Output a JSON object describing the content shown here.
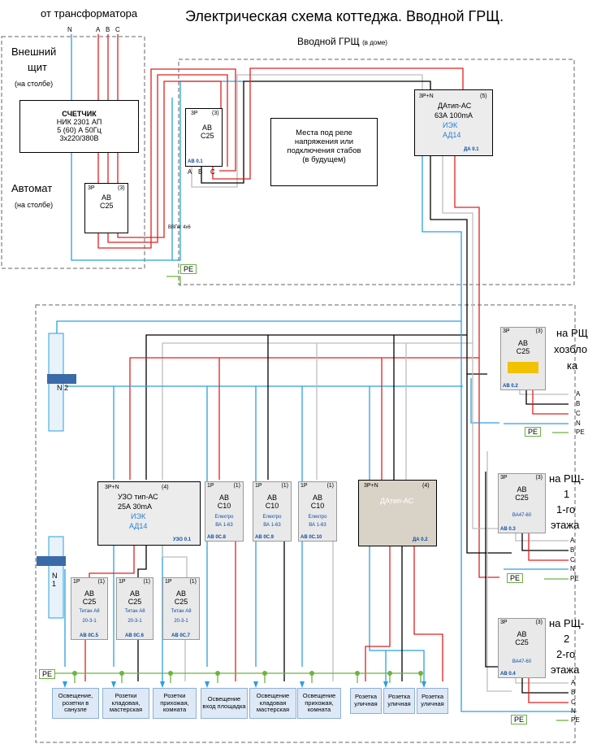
{
  "title": "Электрическая схема коттеджа. Вводной ГРЩ.",
  "from_transformer": "от трансформатора",
  "phase_labels": {
    "n": "N",
    "a": "A",
    "b": "B",
    "c": "C"
  },
  "external_panel": {
    "title_line1": "Внешний",
    "title_line2": "щит",
    "pole_note": "(на столбе)",
    "automat": "Автомат",
    "automat_note": "(на столбе)"
  },
  "meter": {
    "line1": "СЧЕТЧИК",
    "line2": "НИК 2301 АП",
    "line3": "5 (60) А  50Гц",
    "line4": "3х220/380В"
  },
  "pole_breaker": {
    "poles": "3Р",
    "count": "(3)",
    "name": "АВ",
    "rating": "С25"
  },
  "cable_note": "ВВГнг 4х6",
  "grsh": {
    "title": "Вводной ГРЩ",
    "note": "(в доме)"
  },
  "relay_place": {
    "line1": "Места под реле",
    "line2": "напряжения или",
    "line3": "подключения стабов",
    "line4": "(в будущем)"
  },
  "av01": {
    "poles": "3Р",
    "count": "(3)",
    "name": "АВ",
    "rating": "С25",
    "tag": "АВ 0.1",
    "a": "A",
    "b": "B",
    "c": "C"
  },
  "da01": {
    "poles": "3Р+N",
    "count": "(5)",
    "name": "ДАтип-АС",
    "rating": "63А  100mA",
    "maker": "ИЭК",
    "model": "АД14",
    "tag": "ДА 0.1"
  },
  "pe": "PE",
  "bus_labels": {
    "n2": "N 2",
    "n1": "N 1"
  },
  "uzo": {
    "poles": "3Р+N",
    "count": "(4)",
    "name": "УЗО тип-АС",
    "rating": "25А  30mA",
    "maker": "ИЭК",
    "model": "АД14",
    "tag": "УЗО 0.1"
  },
  "single_breakers": [
    {
      "poles": "1Р",
      "count": "(1)",
      "name": "АВ",
      "rating": "С10",
      "sub": "Електро",
      "model": "ВА 1-63",
      "tag": "АВ 0С.8"
    },
    {
      "poles": "1Р",
      "count": "(1)",
      "name": "АВ",
      "rating": "С10",
      "sub": "Електро",
      "model": "ВА 1-63",
      "tag": "АВ 0С.9"
    },
    {
      "poles": "1Р",
      "count": "(1)",
      "name": "АВ",
      "rating": "С10",
      "sub": "Електро",
      "model": "ВА 1-63",
      "tag": "АВ 0С.10"
    }
  ],
  "da02": {
    "poles": "3Р+N",
    "count": "(4)",
    "name": "ДАтип-АС",
    "tag": "ДА 0.2"
  },
  "lower_breakers": [
    {
      "poles": "1Р",
      "count": "(1)",
      "name": "АВ",
      "rating": "С25",
      "sub": "Титан А8",
      "model": "20-3-1",
      "tag": "АВ 0С.5"
    },
    {
      "poles": "1Р",
      "count": "(1)",
      "name": "АВ",
      "rating": "С25",
      "sub": "Титан А8",
      "model": "20-3-1",
      "tag": "АВ 0С.6"
    },
    {
      "poles": "1Р",
      "count": "(1)",
      "name": "АВ",
      "rating": "С25",
      "sub": "Титан А8",
      "model": "20-3-1",
      "tag": "АВ 0С.7"
    }
  ],
  "right_breakers": [
    {
      "poles": "3Р",
      "count": "(3)",
      "name": "АВ",
      "rating": "С25",
      "tag": "АВ 0.2",
      "dest1": "на РЩ",
      "dest2": "хозбло",
      "dest3": "ка"
    },
    {
      "poles": "3Р",
      "count": "(3)",
      "name": "АВ",
      "rating": "С25",
      "sub": "ВА47-60",
      "tag": "АВ 0.3",
      "dest1": "на РЩ-",
      "dest2": "1",
      "dest3": "1-го",
      "dest4": "этажа"
    },
    {
      "poles": "3Р",
      "count": "(3)",
      "name": "АВ",
      "rating": "С25",
      "sub": "ВА47-60",
      "tag": "АВ 0.4",
      "dest1": "на РЩ-",
      "dest2": "2",
      "dest3": "2-го",
      "dest4": "этажа"
    }
  ],
  "out_labels": [
    "A",
    "B",
    "C",
    "N",
    "PE"
  ],
  "loads": [
    "Освещение, розетки в санузле",
    "Розетки кладовая, мастерская",
    "Розетки прихожая, комната",
    "Освещение вход площадка",
    "Освещение кладовая мастерская",
    "Освещение прихожая, комната",
    "Розетка уличная",
    "Розетка уличная",
    "Розетка уличная"
  ],
  "colors": {
    "phase_a": "#bdbdbd",
    "phase_b": "#000000",
    "phase_c": "#e02020",
    "neutral": "#2aa0e0",
    "pe": "#6cb33f",
    "dash": "#666666"
  }
}
